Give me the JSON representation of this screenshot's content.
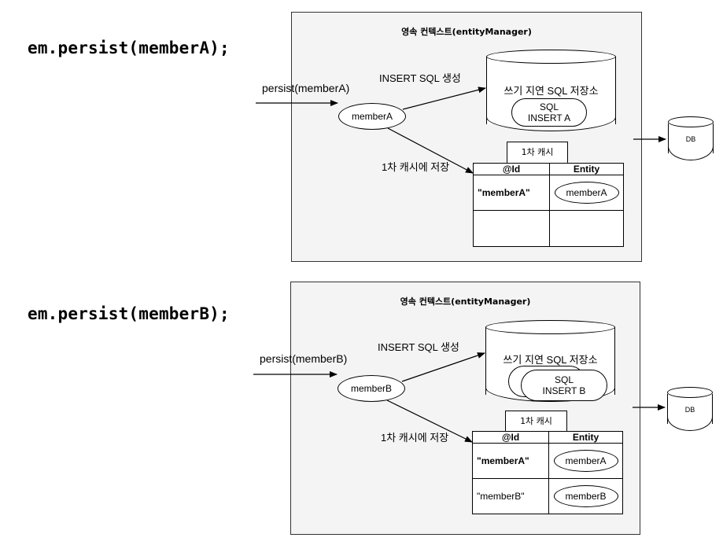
{
  "panels": [
    {
      "code": "em.persist(memberA);",
      "context_title": "영속 컨텍스트(entityManager)",
      "persist_label": "persist(memberA)",
      "member_label": "memberA",
      "insert_label": "INSERT SQL 생성",
      "store_label": "쓰기 지연 SQL 저장소",
      "sql_pills": [
        {
          "line1": "SQL",
          "line2": "INSERT A"
        }
      ],
      "cache_save_label": "1차 캐시에 저장",
      "cache_title": "1차 캐시",
      "cache_headers": [
        "@Id",
        "Entity"
      ],
      "cache_rows": [
        {
          "id": "\"memberA\"",
          "entity": "memberA"
        },
        {
          "id": "",
          "entity": ""
        }
      ],
      "db_label": "DB"
    },
    {
      "code": "em.persist(memberB);",
      "context_title": "영속 컨텍스트(entityManager)",
      "persist_label": "persist(memberB)",
      "member_label": "memberB",
      "insert_label": "INSERT SQL 생성",
      "store_label": "쓰기 지연 SQL 저장소",
      "sql_pills": [
        {
          "line1": "SQL",
          "line2": "INSERT B"
        }
      ],
      "cache_save_label": "1차 캐시에 저장",
      "cache_title": "1차 캐시",
      "cache_headers": [
        "@Id",
        "Entity"
      ],
      "cache_rows": [
        {
          "id": "\"memberA\"",
          "entity": "memberA"
        },
        {
          "id": "\"memberB\"",
          "entity": "memberB"
        }
      ],
      "db_label": "DB"
    }
  ]
}
